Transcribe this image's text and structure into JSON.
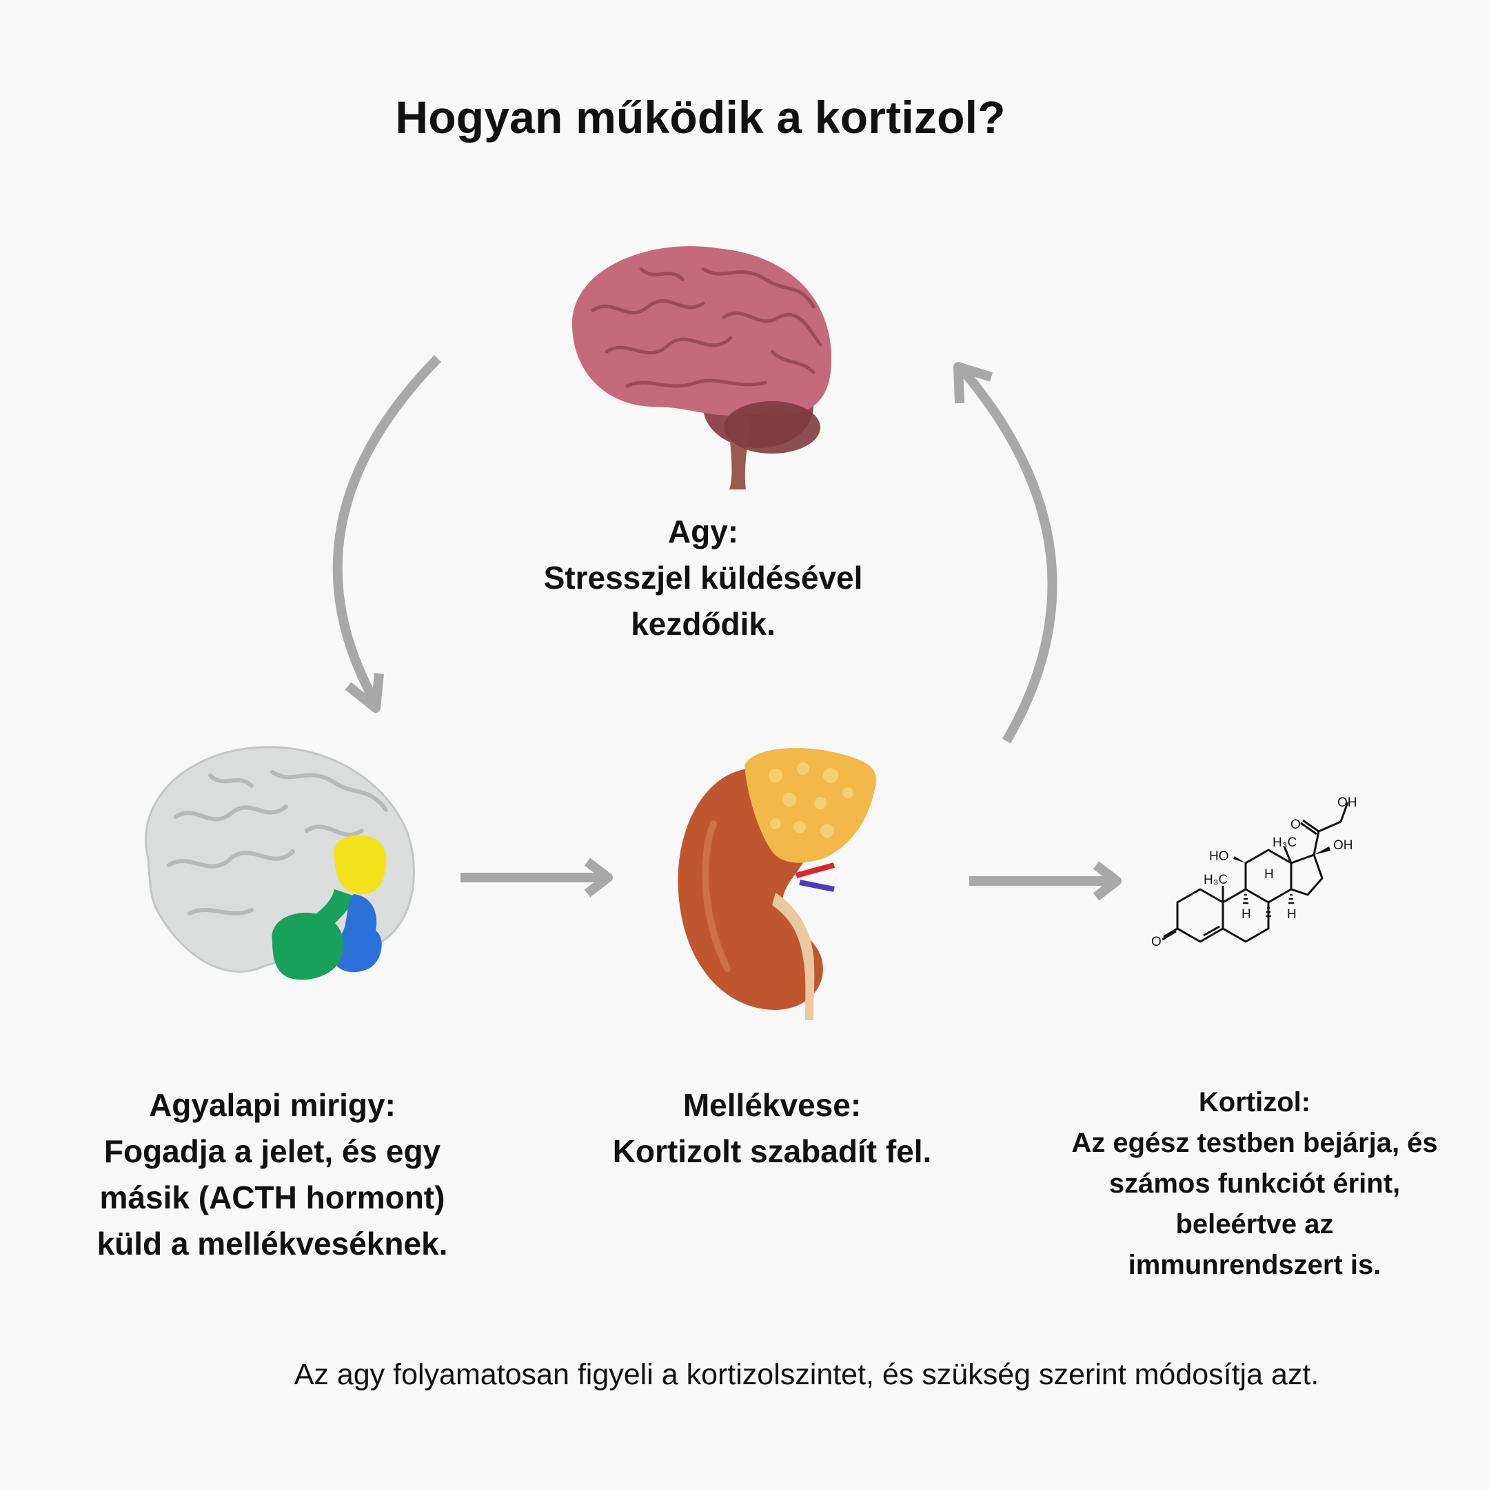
{
  "title": "Hogyan működik a kortizol?",
  "brain": {
    "heading": "Agy:",
    "lines": [
      "Stresszjel küldésével",
      "kezdődik."
    ]
  },
  "pituitary": {
    "heading": "Agyalapi mirigy:",
    "lines": [
      "Fogadja a jelet, és egy",
      "másik (ACTH hormont)",
      "küld a mellékveséknek."
    ]
  },
  "adrenal": {
    "heading": "Mellékvese:",
    "lines": [
      "Kortizolt szabadít fel."
    ]
  },
  "cortisol": {
    "heading": "Kortizol:",
    "lines": [
      "Az egész testben bejárja, és",
      "számos funkciót érint,",
      "beleértve az",
      "immunrendszert is."
    ]
  },
  "molecule_labels": {
    "oh_top": "OH",
    "o_keto": "O",
    "h3c_upper": "H₃C",
    "oh_17": "OH",
    "ho_11": "HO",
    "h3c_lower": "H₃C",
    "h_8": "H",
    "h_9": "H",
    "h_14": "H",
    "o_3": "O"
  },
  "footer": "Az agy folyamatosan figyeli a kortizolszintet, és szükség szerint módosítja azt.",
  "colors": {
    "background": "#f8f8f8",
    "arrow": "#a8a8a8",
    "brain": "#c46a7c",
    "pituitary_model": "#dadddc",
    "pit_yellow": "#f2e21c",
    "pit_green": "#19a05a",
    "pit_blue": "#2a72d8",
    "kidney": "#c0562f",
    "adrenal_gland": "#f2b94a"
  }
}
